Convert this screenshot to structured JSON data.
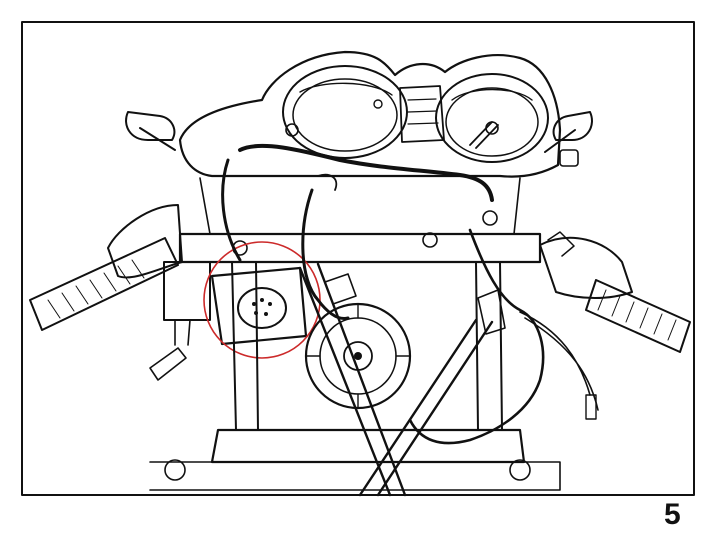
{
  "page": {
    "number": "5"
  },
  "figure": {
    "subject": "motorcycle-handlebar-and-headlamp-bracket-assembly",
    "highlight": {
      "target": "ignition-switch",
      "color": "#cc2a2a"
    },
    "colors": {
      "ink": "#111111",
      "paper": "#ffffff"
    }
  }
}
